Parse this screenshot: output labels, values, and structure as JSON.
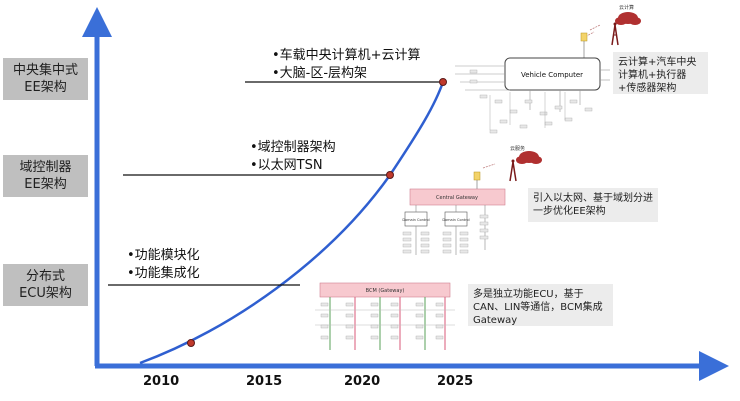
{
  "stages": [
    {
      "line1": "中央集中式",
      "line2": "EE架构"
    },
    {
      "line1": "域控制器",
      "line2": "EE架构"
    },
    {
      "line1": "分布式",
      "line2": "ECU架构"
    }
  ],
  "milestones": [
    {
      "bullet1": "•车载中央计算机+云计算",
      "bullet2": "•大脑-区-层构架"
    },
    {
      "bullet1": "•域控制器架构",
      "bullet2": "•以太网TSN"
    },
    {
      "bullet1": "•功能模块化",
      "bullet2": "•功能集成化"
    }
  ],
  "notes": {
    "central": "云计算+汽车中央计算机+执行器+传感器架构",
    "domain": "引入以太网、基于域划分进一步优化EE架构",
    "distributed": "多是独立功能ECU，基于CAN、LIN等通信，BCM集成Gateway"
  },
  "diagrams": {
    "vehicle_computer": "Vehicle Computer",
    "cloud_top": "云计算",
    "cloud_mid": "云服务",
    "central_gateway": "Central Gateway",
    "domain_ctrl_a": "Domain Control",
    "domain_ctrl_b": "Domain Control",
    "bcm": "BCM (Gateway)"
  },
  "axis": {
    "years": [
      "2010",
      "2015",
      "2020",
      "2025"
    ]
  },
  "colors": {
    "axis": "#3a6fd8",
    "curve": "#2f5fd0",
    "marker": "#c0392b",
    "stage_bg": "#bfbfbf",
    "note_bg": "#ececec",
    "bus_pink": "#f2b6bf",
    "cloud": "#b03030"
  }
}
